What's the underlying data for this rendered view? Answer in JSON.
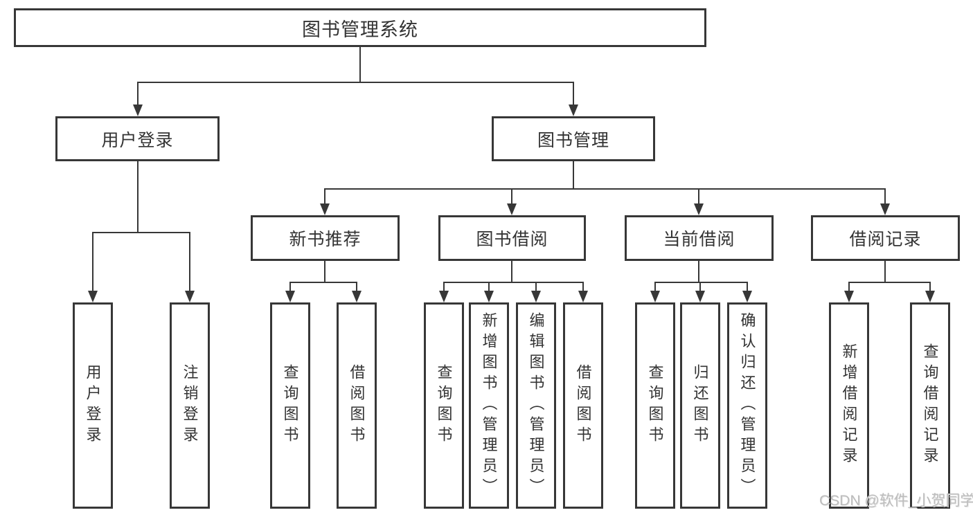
{
  "diagram_title": "图书管理系统",
  "tree": {
    "label": "图书管理系统",
    "children": [
      {
        "label": "用户登录",
        "children": [
          {
            "label": "用户登录"
          },
          {
            "label": "注销登录"
          }
        ]
      },
      {
        "label": "图书管理",
        "children": [
          {
            "label": "新书推荐",
            "children": [
              {
                "label": "查询图书"
              },
              {
                "label": "借阅图书"
              }
            ]
          },
          {
            "label": "图书借阅",
            "children": [
              {
                "label": "查询图书"
              },
              {
                "label": "新增图书（管理员）"
              },
              {
                "label": "编辑图书（管理员）"
              },
              {
                "label": "借阅图书"
              }
            ]
          },
          {
            "label": "当前借阅",
            "children": [
              {
                "label": "查询图书"
              },
              {
                "label": "归还图书"
              },
              {
                "label": "确认归还（管理员）"
              }
            ]
          },
          {
            "label": "借阅记录",
            "children": [
              {
                "label": "新增借阅记录"
              },
              {
                "label": "查询借阅记录"
              }
            ]
          }
        ]
      }
    ]
  },
  "watermark": {
    "text": "CSDN @软件_小贺同学"
  },
  "colors": {
    "line": "#373737",
    "text": "#333333",
    "watermark": "#bdbdbd",
    "background": "#ffffff"
  }
}
